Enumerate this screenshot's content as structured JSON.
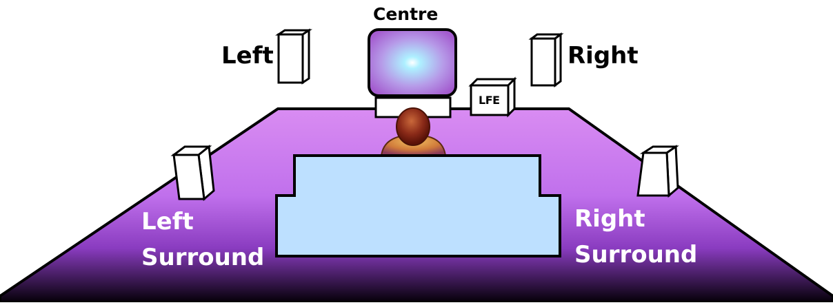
{
  "labels": {
    "centre": "Centre",
    "left": "Left",
    "right": "Right",
    "lfe": "LFE",
    "left_surround_line1": "Left",
    "left_surround_line2": "Surround",
    "right_surround_line1": "Right",
    "right_surround_line2": "Surround"
  },
  "colors": {
    "floor_top": "#d98cf2",
    "floor_mid": "#a84fd6",
    "floor_bottom": "#0a0010",
    "screen_center": "#aef0ff",
    "screen_edge": "#a45ccf",
    "sofa": "#bde0ff",
    "outline": "#000000",
    "speaker": "#ffffff"
  }
}
